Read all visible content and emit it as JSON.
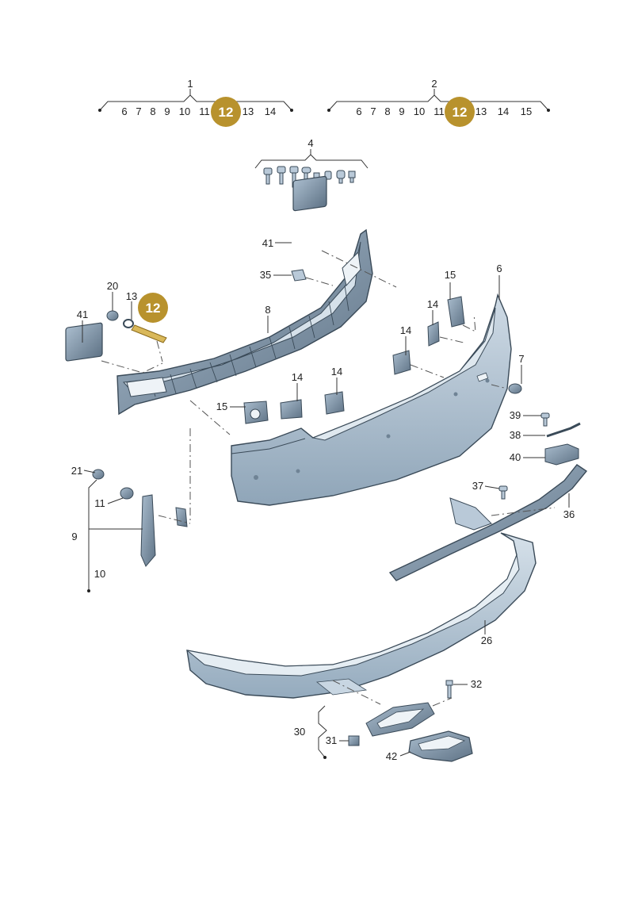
{
  "highlight": {
    "color": "#b8922d"
  },
  "colors": {
    "part_fill": "#b9c9d8",
    "part_dark": "#8ea3b6",
    "part_stroke": "#3a4a58"
  },
  "labels": {
    "l1": "1",
    "l1_6": "6",
    "l1_7": "7",
    "l1_8": "8",
    "l1_9": "9",
    "l1_10": "10",
    "l1_11": "11",
    "l1_12": "12",
    "l1_13": "13",
    "l1_14": "14",
    "l2": "2",
    "l2_6": "6",
    "l2_7": "7",
    "l2_8": "8",
    "l2_9": "9",
    "l2_10": "10",
    "l2_11": "11",
    "l2_12": "12",
    "l2_13": "13",
    "l2_14": "14",
    "l2_15": "15",
    "l4": "4",
    "l41a": "41",
    "l35": "35",
    "l15a": "15",
    "l6": "6",
    "l20": "20",
    "l13": "13",
    "l12c": "12",
    "l41b": "41",
    "l8": "8",
    "l14a": "14",
    "l14b": "14",
    "l14c": "14",
    "l14d": "14",
    "l7": "7",
    "l15b": "15",
    "l39": "39",
    "l38": "38",
    "l40": "40",
    "l21": "21",
    "l11": "11",
    "l9": "9",
    "l10": "10",
    "l37": "37",
    "l36": "36",
    "l26": "26",
    "l32": "32",
    "l30": "30",
    "l31": "31",
    "l42": "42"
  }
}
